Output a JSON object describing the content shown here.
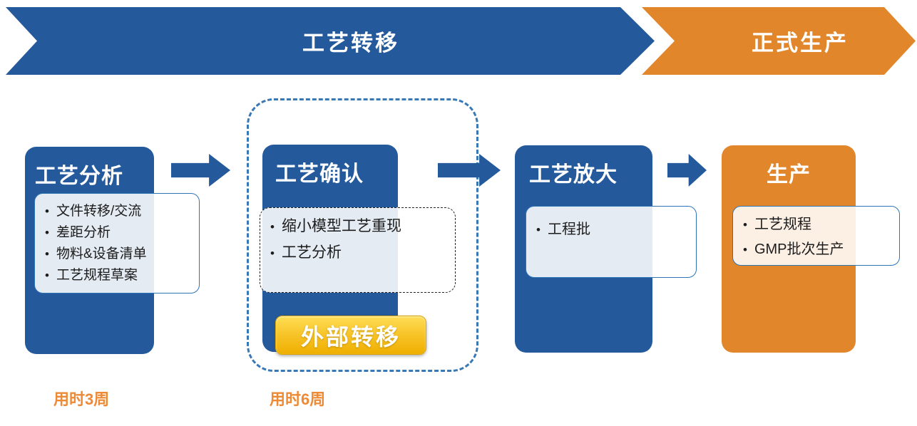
{
  "banners": {
    "transfer": {
      "label": "工艺转移"
    },
    "production": {
      "label": "正式生产"
    }
  },
  "stages": [
    {
      "title": "工艺分析",
      "bullets": [
        "文件转移/交流",
        "差距分析",
        "物料&设备清单",
        "工艺规程草案"
      ],
      "duration": "用时3周"
    },
    {
      "title": "工艺确认",
      "bullets": [
        "缩小模型工艺重现",
        "工艺分析"
      ],
      "badge": "外部转移",
      "duration": "用时6周"
    },
    {
      "title": "工艺放大",
      "bullets": [
        "工程批"
      ]
    },
    {
      "title": "生产",
      "bullets": [
        "工艺规程",
        "GMP批次生产"
      ]
    }
  ],
  "icons": {
    "flow_arrow": "solid-right-block-arrow"
  },
  "colors": {
    "primary_blue": "#24599C",
    "accent_orange": "#E2862C",
    "group_dash_border": "#3778B5",
    "subbox_border": "#2E75B6",
    "subbox_fill": "rgba(255,255,255,0.88)",
    "badge_gradient_top": "#FFDD55",
    "badge_gradient_bottom": "#EFAF00",
    "duration_text": "#ED8A35",
    "bullet_text": "#1C1C1C"
  }
}
